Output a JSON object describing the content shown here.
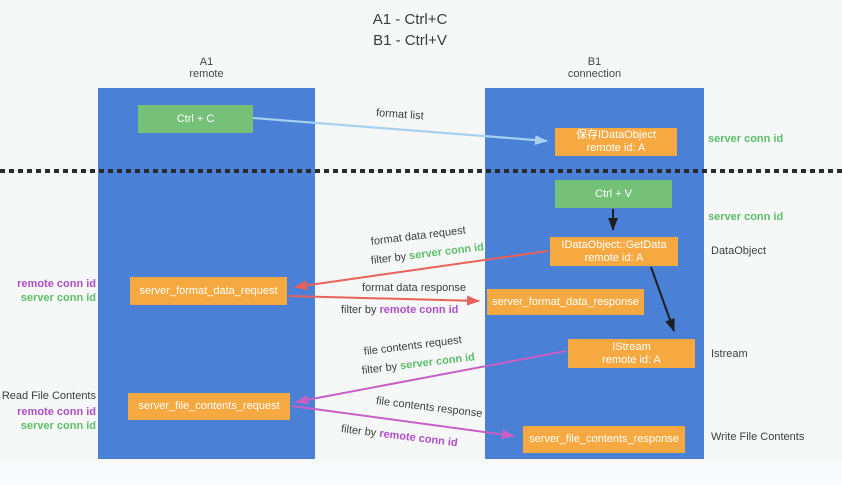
{
  "title": {
    "line1": "A1 - Ctrl+C",
    "line2": "B1 - Ctrl+V"
  },
  "columns": {
    "left": {
      "name": "A1",
      "subtitle": "remote"
    },
    "right": {
      "name": "B1",
      "subtitle": "connection"
    }
  },
  "nodes": {
    "ctrl_c": {
      "label": "Ctrl + C"
    },
    "save_dataobject": {
      "line1": "保存IDataObject",
      "line2": "remote id: A"
    },
    "ctrl_v": {
      "label": "Ctrl + V"
    },
    "getdata": {
      "line1": "IDataObject::GetData",
      "line2": "remote id: A"
    },
    "istream": {
      "line1": "IStream",
      "line2": "remote id: A"
    },
    "server_format_data_request": {
      "label": "server_format_data_request"
    },
    "server_format_data_response": {
      "label": "server_format_data_response"
    },
    "server_file_contents_request": {
      "label": "server_file_contents_request"
    },
    "server_file_contents_response": {
      "label": "server_file_contents_response"
    }
  },
  "edge_labels": {
    "format_list": "format list",
    "format_data_request": "format data request",
    "format_data_response": "format data response",
    "file_contents_request": "file contents request",
    "file_contents_response": "file contents response",
    "filter_by": "filter by"
  },
  "terms": {
    "server_conn_id": "server conn id",
    "remote_conn_id": "remote conn id"
  },
  "side_labels": {
    "dataobject": "DataObject",
    "istream": "Istream",
    "read_file_contents": "Read File Contents",
    "write_file_contents": "Write File Contents"
  },
  "colors": {
    "column_blue": "#4A80D6",
    "node_green": "#74C177",
    "node_orange": "#F7A941",
    "conn_id_green": "#5CBE6A",
    "conn_id_purple": "#AF4FC8",
    "arrow_red": "#E96159",
    "arrow_magenta": "#C85FC5",
    "arrow_lightblue": "#A6D1F0",
    "arrow_black": "#1F1F1F",
    "text_dark": "#3E3E3E"
  }
}
